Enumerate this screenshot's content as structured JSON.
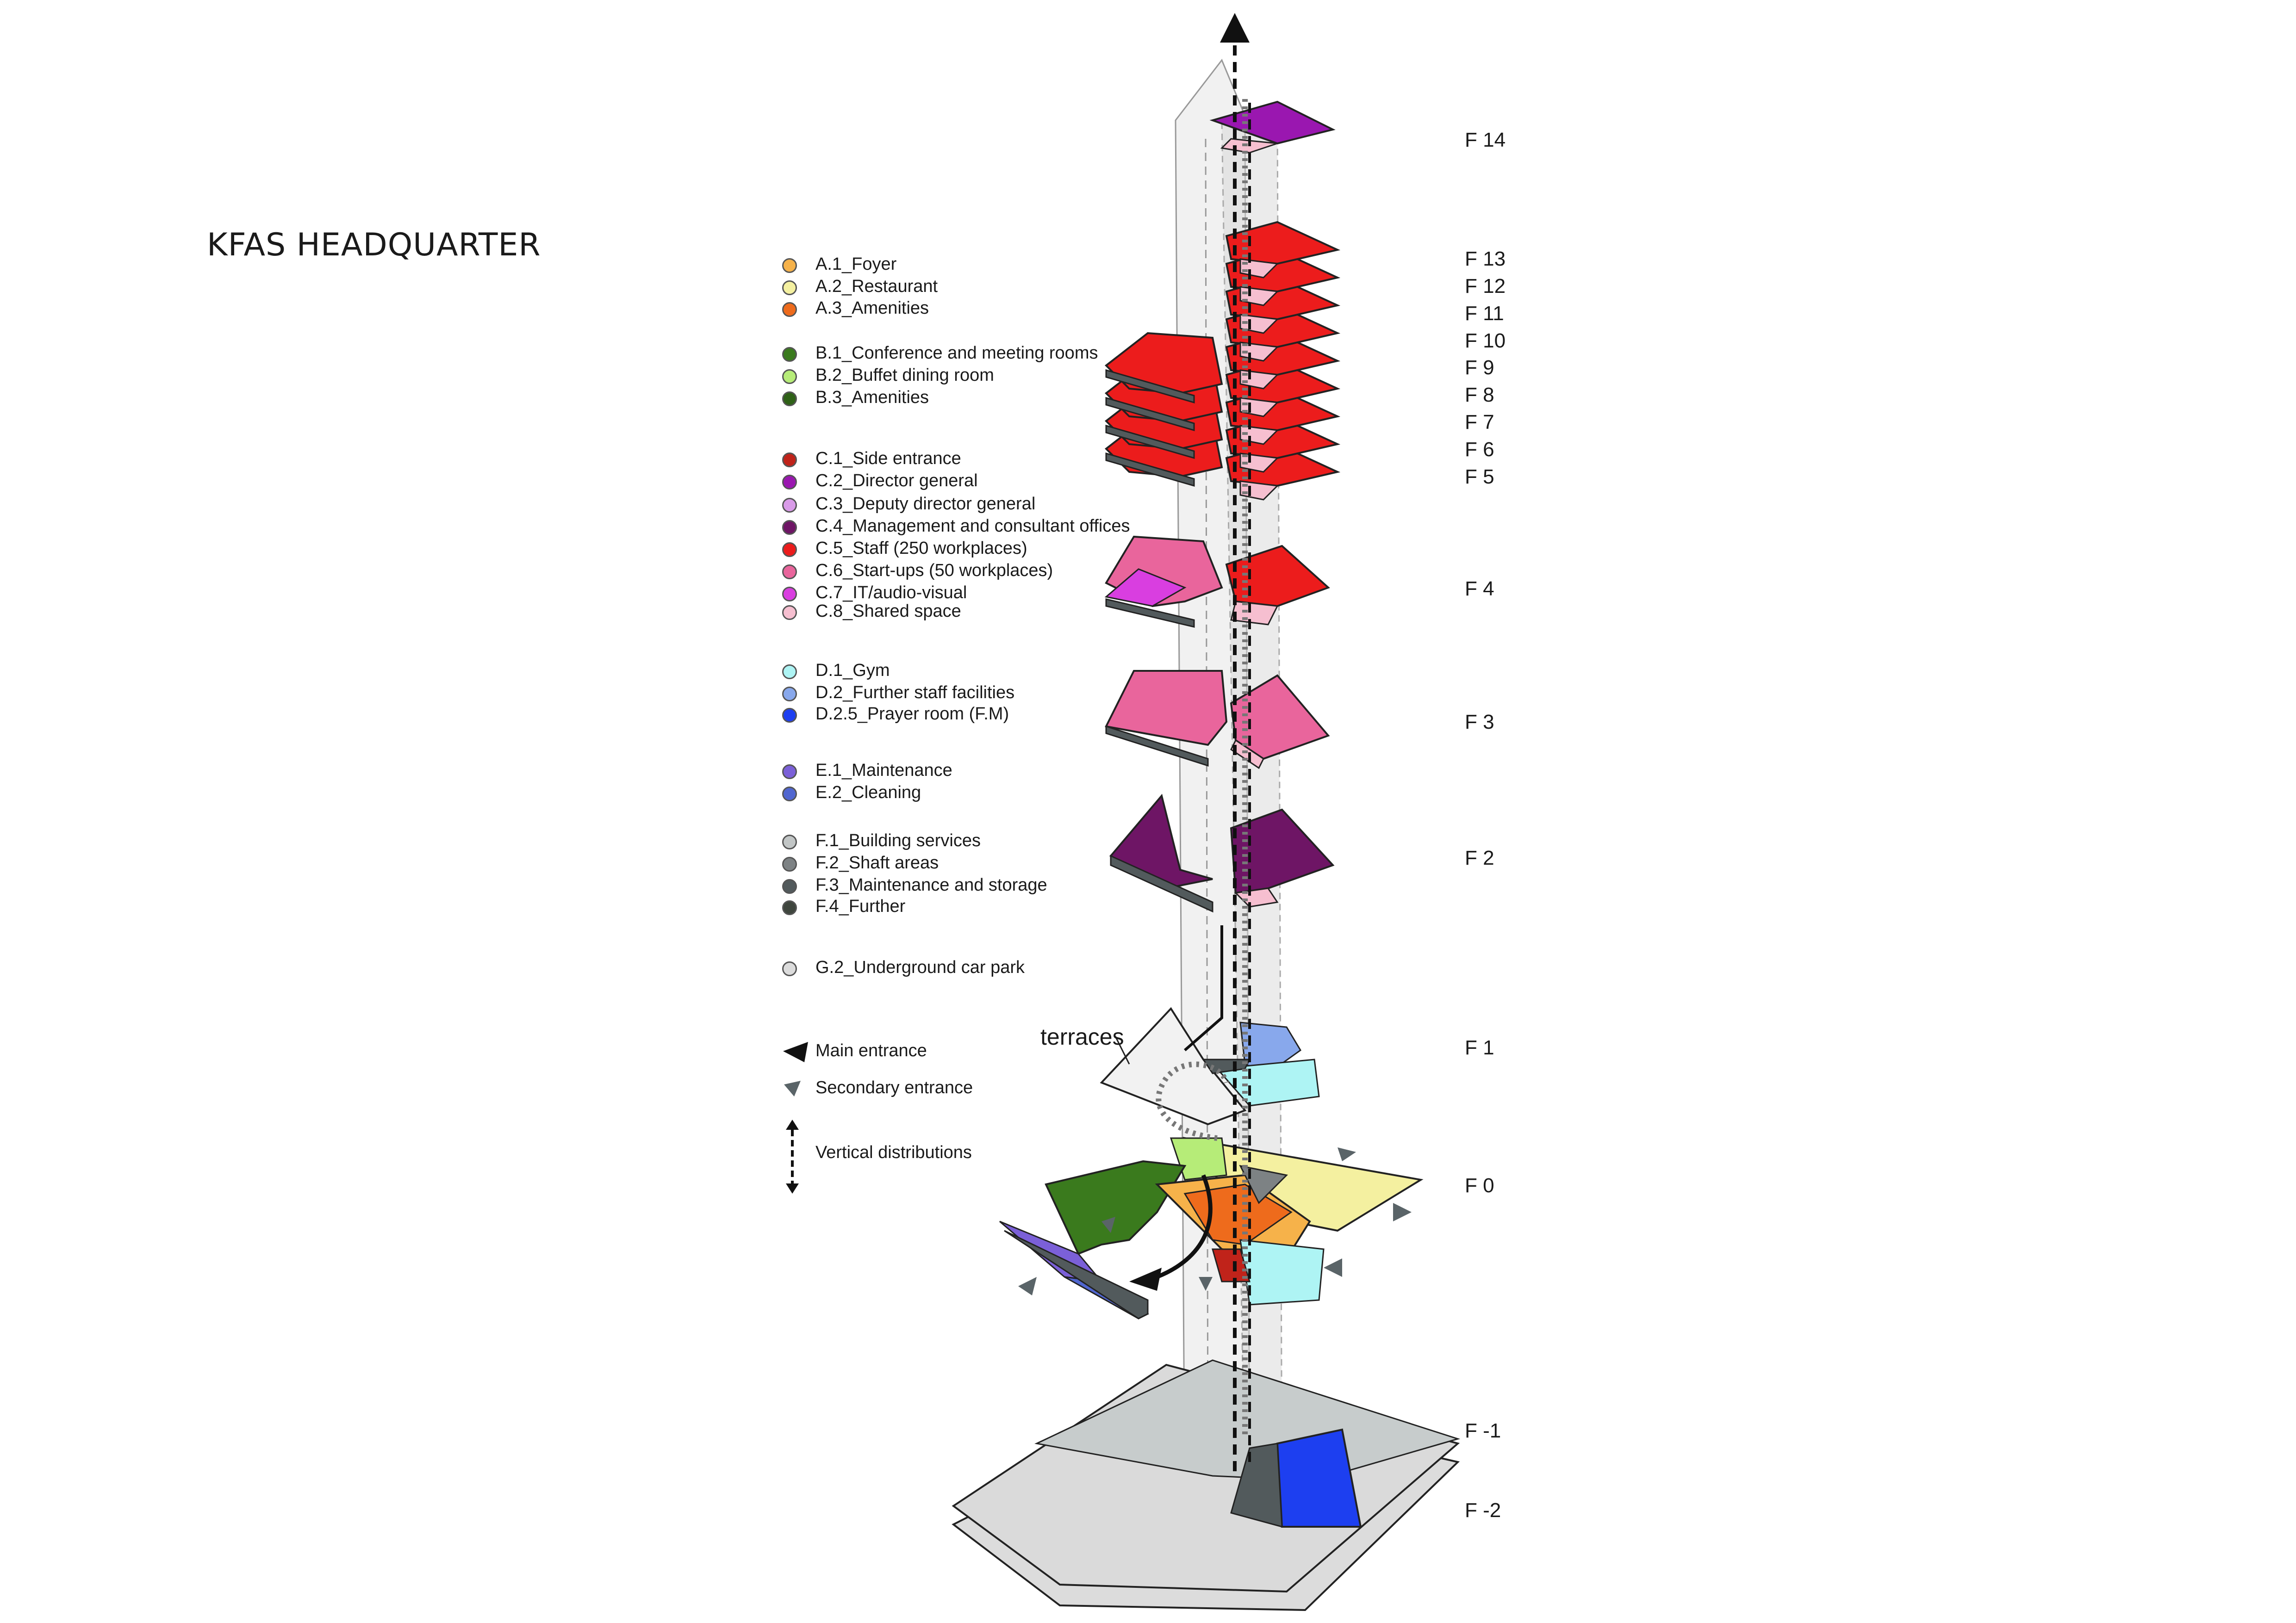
{
  "title": "KFAS HEADQUARTER",
  "legend": [
    {
      "label": "A.1_Foyer",
      "color": "#f6b24a"
    },
    {
      "label": "A.2_Restaurant",
      "color": "#f4f0a0"
    },
    {
      "label": "A.3_Amenities",
      "color": "#ee6b1c"
    },
    {
      "label": "B.1_Conference and meeting rooms",
      "color": "#3a7a1d"
    },
    {
      "label": "B.2_Buffet dining room",
      "color": "#b6ec78"
    },
    {
      "label": "B.3_Amenities",
      "color": "#2f6117"
    },
    {
      "label": "C.1_Side entrance",
      "color": "#c0231a"
    },
    {
      "label": "C.2_Director general",
      "color": "#9a17b0"
    },
    {
      "label": "C.3_Deputy director general",
      "color": "#d99be8"
    },
    {
      "label": "C.4_Management and consultant offices",
      "color": "#6e1565"
    },
    {
      "label": "C.5_Staff (250 workplaces)",
      "color": "#ec1c1c"
    },
    {
      "label": "C.6_Start-ups (50 workplaces)",
      "color": "#e9659c"
    },
    {
      "label": "C.7_IT/audio-visual",
      "color": "#d93ee0"
    },
    {
      "label": "C.8_Shared space",
      "color": "#f6bfd0"
    },
    {
      "label": "D.1_Gym",
      "color": "#aef4f4"
    },
    {
      "label": "D.2_Further staff facilities",
      "color": "#88a8ec"
    },
    {
      "label": "D.2.5_Prayer room (F.M)",
      "color": "#1d3ff0"
    },
    {
      "label": "E.1_Maintenance",
      "color": "#7b60d8"
    },
    {
      "label": "E.2_Cleaning",
      "color": "#5066d0"
    },
    {
      "label": "F.1_Building services",
      "color": "#c2c6c6"
    },
    {
      "label": "F.2_Shaft areas",
      "color": "#7d8284"
    },
    {
      "label": "F.3_Maintenance and storage",
      "color": "#525a5c"
    },
    {
      "label": "F.4_Further",
      "color": "#3f463e"
    },
    {
      "label": "G.2_Underground car park",
      "color": "#dcdcdc"
    }
  ],
  "symbols": {
    "main_entrance": "Main entrance",
    "secondary_entrance": "Secondary entrance",
    "vertical": "Vertical distributions"
  },
  "terraces": "terraces",
  "floors": [
    "F 14",
    "F 13",
    "F 12",
    "F 11",
    "F 10",
    "F 9",
    "F 8",
    "F 7",
    "F 6",
    "F 5",
    "F 4",
    "F 3",
    "F 2",
    "F 1",
    "F 0",
    "F -1",
    "F -2"
  ]
}
